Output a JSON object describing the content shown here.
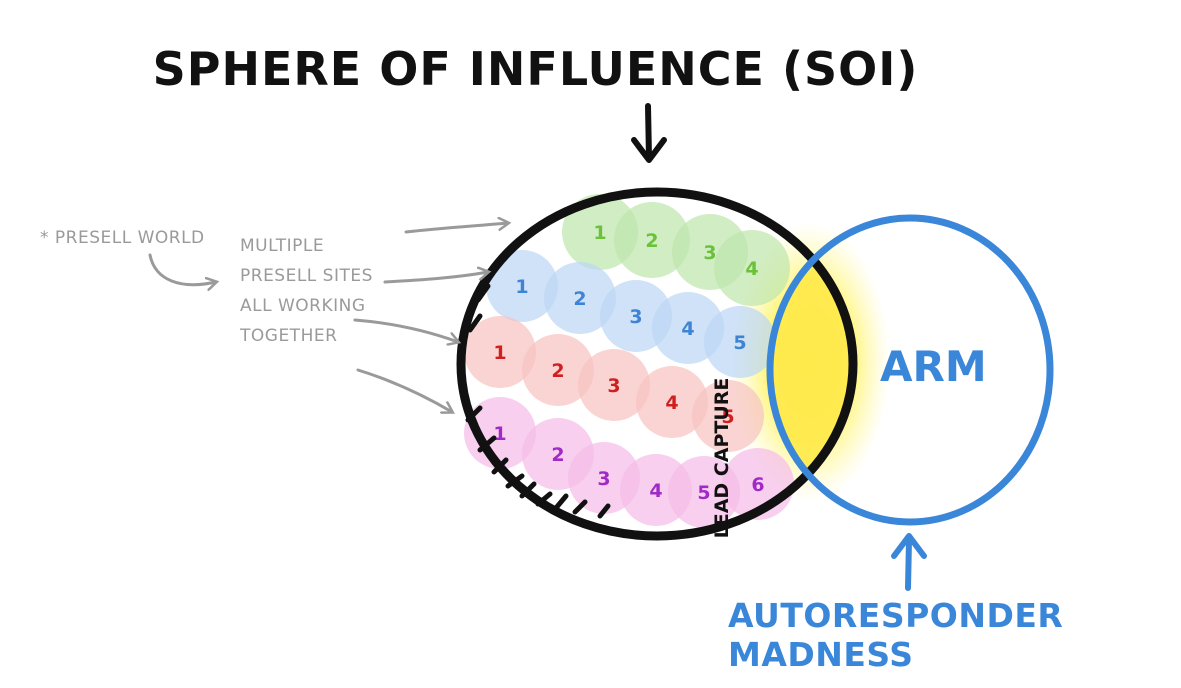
{
  "title": "SPHERE OF INFLUENCE (SOI)",
  "note": "* PRESELL WORLD",
  "label_lines": [
    "MULTIPLE",
    "PRESELL SITES",
    "ALL WORKING",
    "TOGETHER"
  ],
  "lead_capture": "LEAD CAPTURE",
  "arm": "ARM",
  "autoresponder": "AUTORESPONDER MADNESS",
  "rows": [
    {
      "color": "#bfe6ad",
      "text_color": "#6cc13a",
      "numbers": [
        "1",
        "2",
        "3",
        "4"
      ]
    },
    {
      "color": "#bcd7f5",
      "text_color": "#3f84d4",
      "numbers": [
        "1",
        "2",
        "3",
        "4",
        "5"
      ]
    },
    {
      "color": "#f6c3c0",
      "text_color": "#d01f1f",
      "numbers": [
        "1",
        "2",
        "3",
        "4",
        "5"
      ]
    },
    {
      "color": "#f5bde8",
      "text_color": "#a02ac6",
      "numbers": [
        "1",
        "2",
        "3",
        "4",
        "5",
        "6"
      ]
    }
  ],
  "colors": {
    "soi_outline": "#111111",
    "arm_outline": "#3a86d9",
    "glow": "#fff25a",
    "gray_text": "#9a9a9a"
  }
}
